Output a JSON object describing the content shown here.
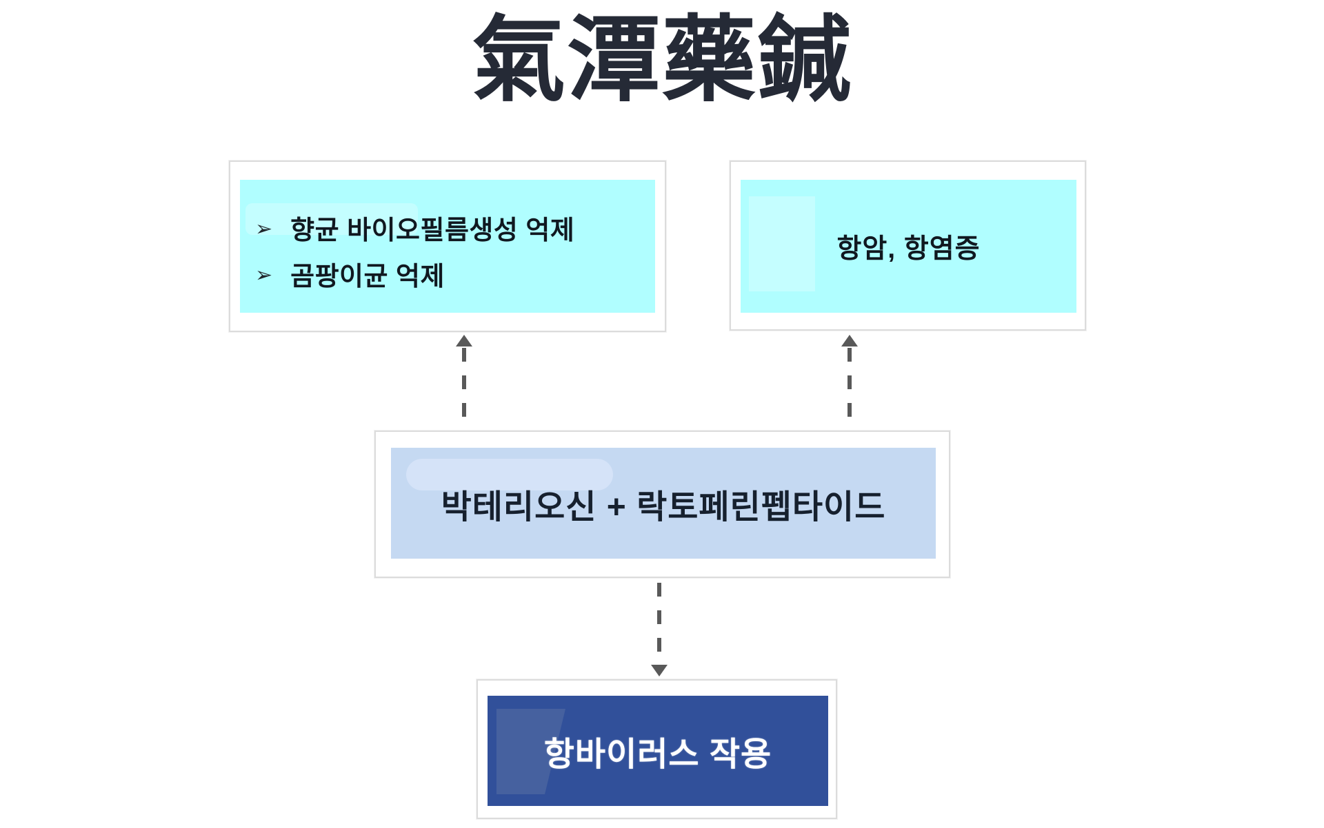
{
  "title": "氣潭藥鍼",
  "colors": {
    "cyan": "#B0FEFF",
    "cyan-hi": "#C9FEFF",
    "peri": "#C5D9F2",
    "peri-hi": "#D6E3F8",
    "navy": "#31509A",
    "navy-hi": "#46619F",
    "dash": "#595959",
    "title": "#252A36"
  },
  "boxes": {
    "antibacterial": {
      "bullets": [
        {
          "marker": "➢",
          "text": "향균 바이오필름생성 억제"
        },
        {
          "marker": "➢",
          "text": "곰팡이균 억제"
        }
      ]
    },
    "anticancer": {
      "text": "항암, 항염증"
    },
    "source": {
      "text": "박테리오신 + 락토페린펩타이드"
    },
    "antiviral": {
      "text": "항바이러스 작용"
    }
  },
  "icons": {
    "bullet": "arrowhead-right-icon",
    "connector_up": "dashed-arrow-up",
    "connector_down": "dashed-arrow-down"
  }
}
